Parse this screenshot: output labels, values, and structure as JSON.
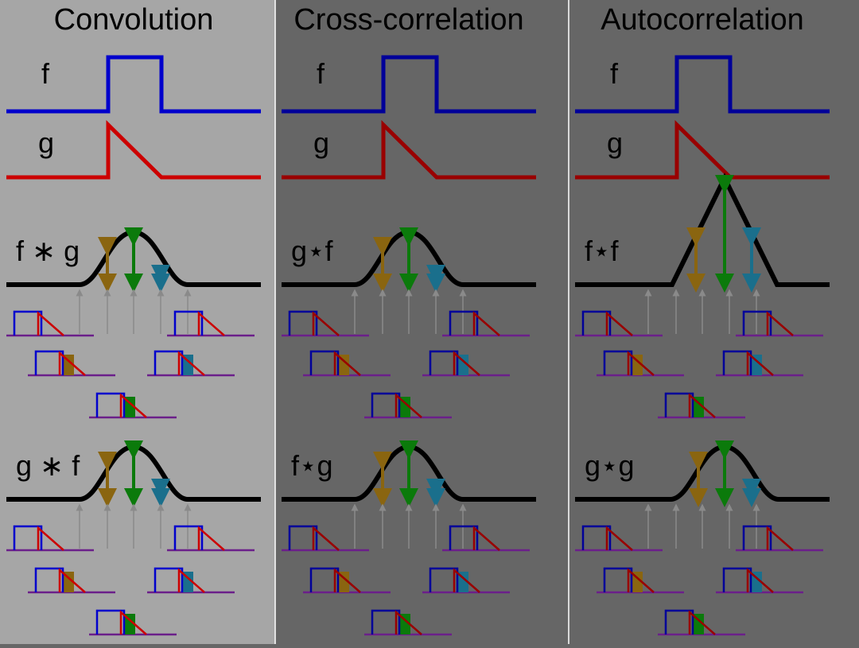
{
  "panels": [
    {
      "title": "Convolution",
      "background": "#a6a6a6",
      "f_label": "f",
      "g_label": "g",
      "result1_label": "f ∗ g",
      "result2_label": "g ∗ f",
      "f_color": "#0000cc",
      "g_color": "#cc0000"
    },
    {
      "title": "Cross-correlation",
      "background": "#666666",
      "f_label": "f",
      "g_label": "g",
      "result1_label": "g⋆f",
      "result2_label": "f⋆g",
      "f_color": "#000099",
      "g_color": "#990000"
    },
    {
      "title": "Autocorrelation",
      "background": "#666666",
      "f_label": "f",
      "g_label": "g",
      "result1_label": "f⋆f",
      "result2_label": "g⋆g",
      "f_color": "#000099",
      "g_color": "#990000"
    }
  ],
  "colors": {
    "result_curve": "#000000",
    "arrow_left": "#8a6510",
    "arrow_center": "#0b7a0b",
    "arrow_right": "#1a6f8c",
    "pointer": "#8a8a8a",
    "baseline": "#6b1f8a",
    "divider": "#ffffff"
  }
}
